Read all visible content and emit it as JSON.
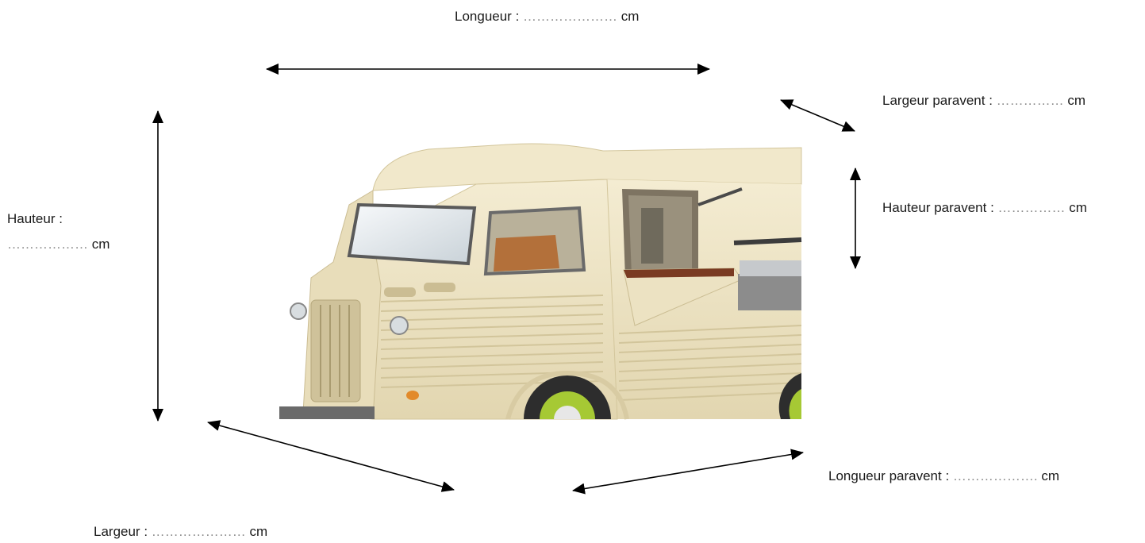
{
  "labels": {
    "longueur": {
      "label": "Longueur :",
      "dots": "…………………",
      "unit": "cm"
    },
    "largeur_paravent": {
      "label": "Largeur paravent :",
      "dots": "……………",
      "unit": "cm"
    },
    "hauteur": {
      "label": "Hauteur :",
      "dots": "………………",
      "unit": "cm"
    },
    "hauteur_paravent": {
      "label": "Hauteur paravent :",
      "dots": "……………",
      "unit": "cm"
    },
    "longueur_paravent": {
      "label": "Longueur paravent :",
      "dots": "……………….",
      "unit": "cm"
    },
    "largeur": {
      "label": "Largeur :",
      "dots": "…………………",
      "unit": "cm"
    }
  },
  "colors": {
    "truck_body": "#efe6c7",
    "truck_shadow": "#d9cca3",
    "wheel_rim": "#a6c934",
    "arrow": "#000000"
  }
}
